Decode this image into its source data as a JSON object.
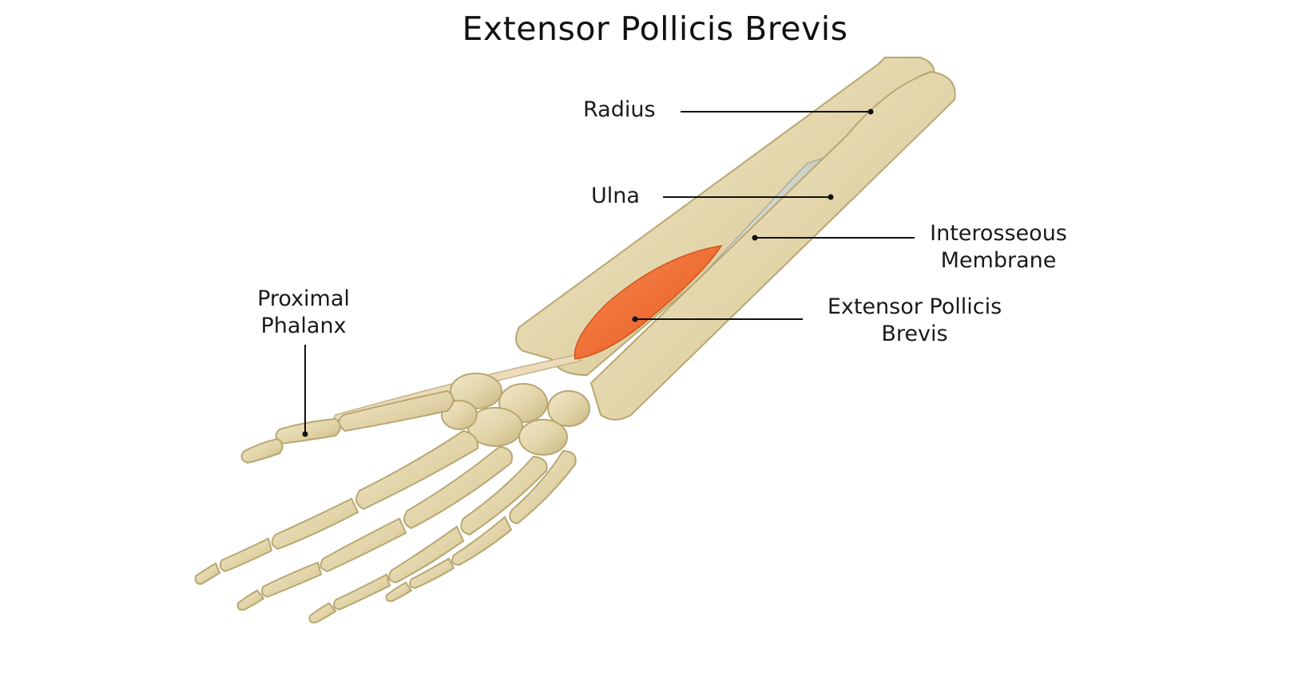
{
  "title": "Extensor Pollicis Brevis",
  "labels": {
    "radius": "Radius",
    "ulna": "Ulna",
    "interosseous_line1": "Interosseous",
    "interosseous_line2": "Membrane",
    "epb_line1": "Extensor Pollicis",
    "epb_line2": "Brevis",
    "phalanx_line1": "Proximal",
    "phalanx_line2": "Phalanx"
  },
  "colors": {
    "bone": "#e2d4a8",
    "bone_shade": "#c9b884",
    "bone_highlight": "#f1e7c8",
    "muscle": "#f06a2c",
    "tendon": "#ecdcbb",
    "membrane": "#d9dcd2",
    "leader_line": "#111111"
  }
}
